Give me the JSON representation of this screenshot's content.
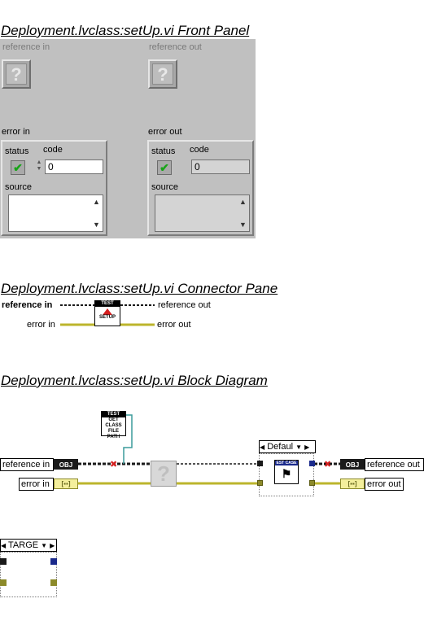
{
  "front_panel": {
    "title": "Deployment.lvclass:setUp.vi Front Panel",
    "reference_in_label": "reference in",
    "reference_out_label": "reference out",
    "error_in": {
      "label": "error in",
      "status_label": "status",
      "code_label": "code",
      "code_value": "0",
      "source_label": "source"
    },
    "error_out": {
      "label": "error out",
      "status_label": "status",
      "code_label": "code",
      "code_value": "0",
      "source_label": "source"
    },
    "ref_glyph": "?"
  },
  "connector_pane": {
    "title": "Deployment.lvclass:setUp.vi Connector Pane",
    "reference_in": "reference in",
    "reference_out": "reference out",
    "error_in": "error in",
    "error_out": "error out",
    "icon_top": "TEST",
    "icon_bottom": "SETUP"
  },
  "block_diagram": {
    "title": "Deployment.lvclass:setUp.vi Block Diagram",
    "reference_in": "reference in",
    "reference_out": "reference out",
    "error_in": "error in",
    "error_out": "error out",
    "obj_chip": "OBJ",
    "get_class_node": [
      "TEST",
      "GET",
      "CLASS",
      "FILE",
      "PATH"
    ],
    "case_selector": "Defaul",
    "case_inner_icon": "EST CASE",
    "second_selector": "TARGE",
    "qmark": "?"
  },
  "colors": {
    "panel_bg": "#c0c0c0",
    "class_wire": "#1a1a1a",
    "error_wire": "#bcb52c",
    "ref_wire": "#3c9b9b"
  }
}
